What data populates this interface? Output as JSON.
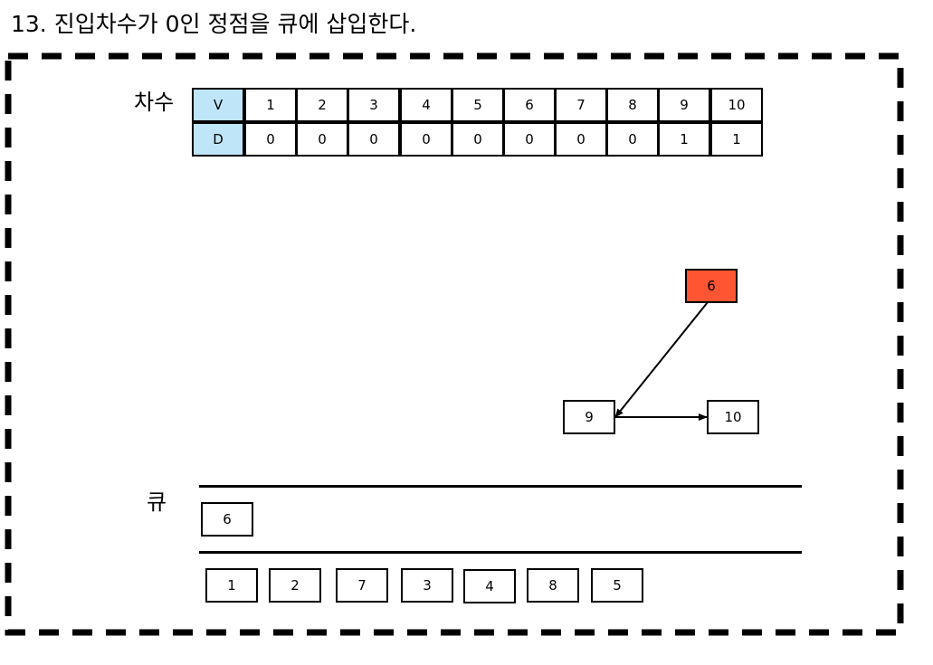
{
  "title": "13. 진입차수가 0인 정점을 큐에 삽입한다.",
  "degree": {
    "label": "차수",
    "row_v_header": "V",
    "row_d_header": "D",
    "vertices": [
      "1",
      "2",
      "3",
      "4",
      "5",
      "6",
      "7",
      "8",
      "9",
      "10"
    ],
    "in_degrees": [
      "0",
      "0",
      "0",
      "0",
      "0",
      "0",
      "0",
      "0",
      "1",
      "1"
    ]
  },
  "graph": {
    "nodes": {
      "n6": "6",
      "n9": "9",
      "n10": "10"
    },
    "edges": [
      {
        "from": "6",
        "to": "9"
      },
      {
        "from": "9",
        "to": "10"
      }
    ],
    "active_color": "#ff5533"
  },
  "queue": {
    "label": "큐",
    "items": [
      "6"
    ],
    "output_order": [
      "1",
      "2",
      "7",
      "3",
      "4",
      "8",
      "5"
    ]
  },
  "colors": {
    "table_header": "#bfe6f8",
    "highlight": "#ff5533"
  }
}
